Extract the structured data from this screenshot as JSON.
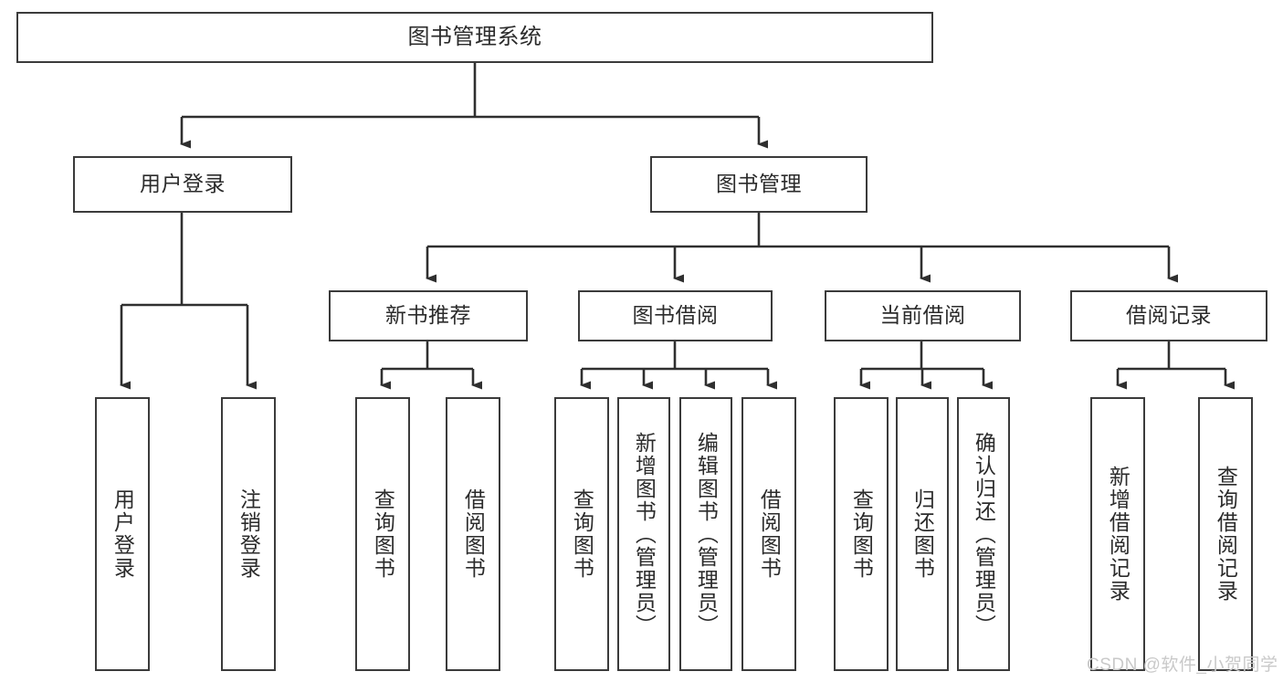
{
  "diagram": {
    "type": "tree",
    "title": "图书管理系统",
    "root": {
      "label": "图书管理系统"
    },
    "level2": [
      {
        "label": "用户登录"
      },
      {
        "label": "图书管理"
      }
    ],
    "level3": [
      {
        "label": "新书推荐"
      },
      {
        "label": "图书借阅"
      },
      {
        "label": "当前借阅"
      },
      {
        "label": "借阅记录"
      }
    ],
    "leaves": {
      "user_login": [
        {
          "label": "用户登录"
        },
        {
          "label": "注销登录"
        }
      ],
      "new_book_recommend": [
        {
          "label": "查询图书"
        },
        {
          "label": "借阅图书"
        }
      ],
      "book_borrow": [
        {
          "label": "查询图书"
        },
        {
          "label": "新增图书（管理员）"
        },
        {
          "label": "编辑图书（管理员）"
        },
        {
          "label": "借阅图书"
        }
      ],
      "current_borrow": [
        {
          "label": "查询图书"
        },
        {
          "label": "归还图书"
        },
        {
          "label": "确认归还（管理员）"
        }
      ],
      "borrow_record": [
        {
          "label": "新增借阅记录"
        },
        {
          "label": "查询借阅记录"
        }
      ]
    }
  },
  "watermark": {
    "text": "CSDN @软件_小贺同学"
  },
  "colors": {
    "border": "#3b3b3b",
    "text": "#2b2b2b",
    "background": "#ffffff",
    "watermark": "#c9c9c9"
  }
}
